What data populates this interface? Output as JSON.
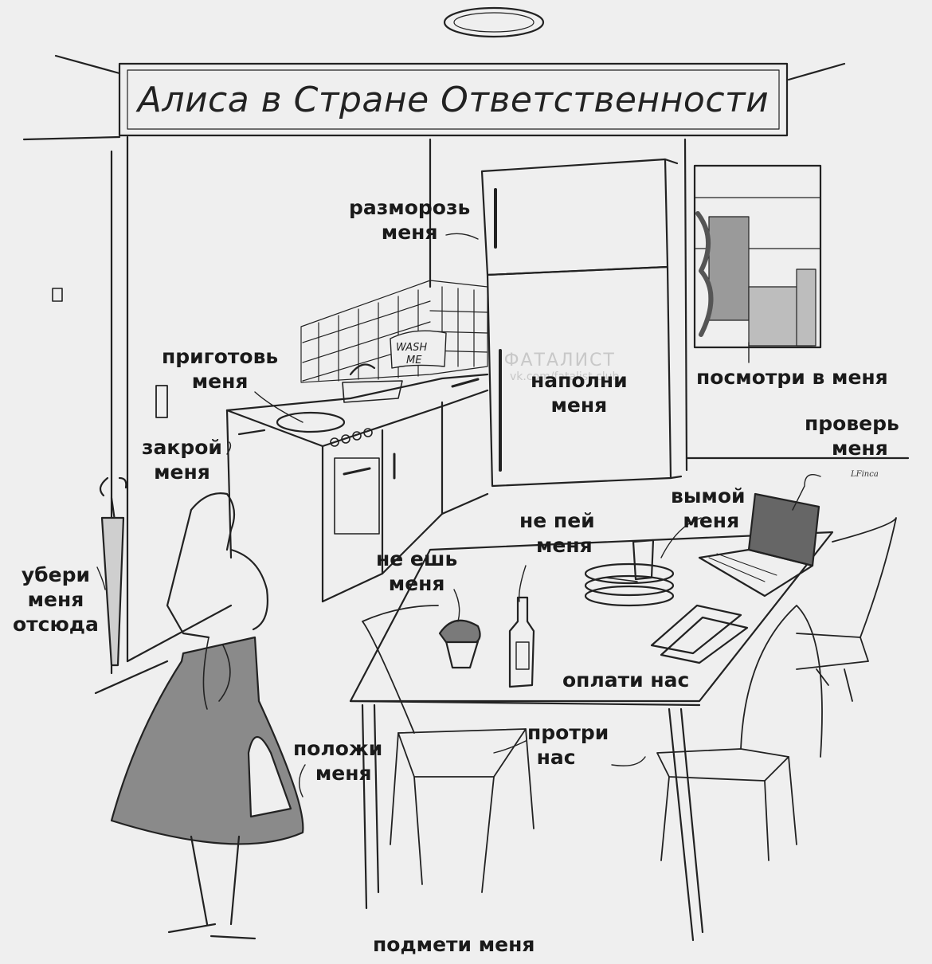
{
  "title": "Алиса в Стране Ответственности",
  "watermark": {
    "name": "ФАТАЛИСТ",
    "url": "vk.com/fatalist.club"
  },
  "signature": "LFinca",
  "sink_sign": [
    "WASH",
    "ME"
  ],
  "labels": {
    "defrost": [
      "разморозь",
      "меня"
    ],
    "cook": [
      "приготовь",
      "меня"
    ],
    "fill": [
      "наполни",
      "меня"
    ],
    "look": [
      "посмотри в меня"
    ],
    "check": [
      "проверь",
      "меня"
    ],
    "close": [
      "закрой",
      "меня"
    ],
    "wash": [
      "вымой",
      "меня"
    ],
    "dont_drink": [
      "не пей",
      "меня"
    ],
    "dont_eat": [
      "не ешь",
      "меня"
    ],
    "put_away": [
      "убери",
      "меня",
      "отсюда"
    ],
    "pay": [
      "оплати нас"
    ],
    "wipe": [
      "протри",
      "нас"
    ],
    "put_down": [
      "положи",
      "меня"
    ],
    "sweep": [
      "подмети меня"
    ]
  }
}
